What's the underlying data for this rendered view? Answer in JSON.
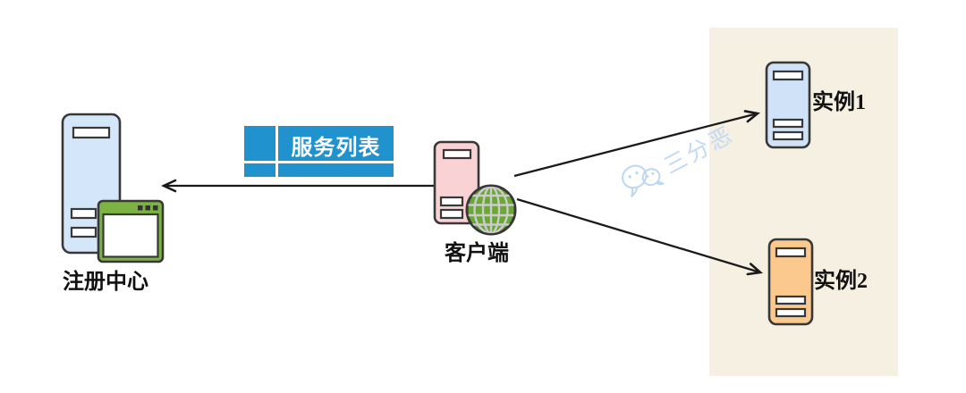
{
  "nodes": {
    "registry": {
      "label": "注册中心",
      "fill": "#d4e6f9",
      "icon": "server-tower-with-window-icon"
    },
    "client": {
      "label": "客户端",
      "fill": "#f9d2d5",
      "icon": "server-tower-with-globe-icon"
    },
    "instance1": {
      "label": "实例1",
      "fill": "#cfe2f8",
      "icon": "server-tower-icon"
    },
    "instance2": {
      "label": "实例2",
      "fill": "#fbc98e",
      "icon": "server-tower-icon"
    }
  },
  "edge": {
    "label": "服务列表",
    "table_color": "#2093cf",
    "text_color": "#ffffff"
  },
  "arrows": [
    {
      "from": "client",
      "to": "registry"
    },
    {
      "from": "client",
      "to": "instance1"
    },
    {
      "from": "client",
      "to": "instance2"
    }
  ],
  "watermark": {
    "text": "三分恶",
    "icon": "wechat-icon",
    "color": "#c3daf3"
  },
  "panel": {
    "color": "#f5f0e1"
  },
  "colors": {
    "outline": "#383838",
    "arrow": "#1a1a1a",
    "window_green": "#7cb342",
    "globe_green": "#69a832",
    "label_text": "#111111"
  }
}
